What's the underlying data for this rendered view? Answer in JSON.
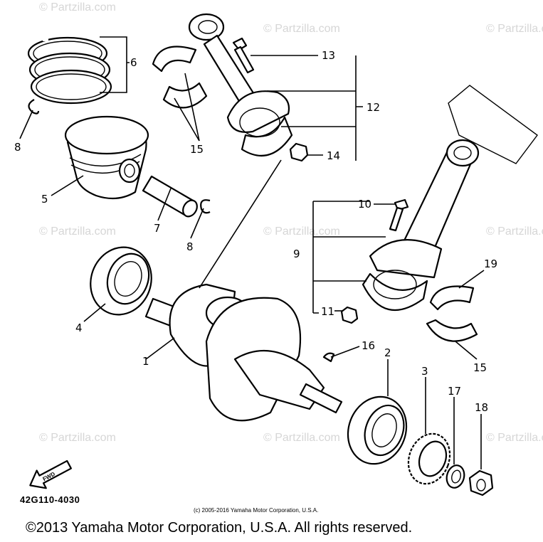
{
  "watermark": "© Partzilla.com",
  "callouts": {
    "c1": "1",
    "c2": "2",
    "c3": "3",
    "c4": "4",
    "c5": "5",
    "c6": "6",
    "c7": "7",
    "c8a": "8",
    "c8b": "8",
    "c9": "9",
    "c10": "10",
    "c11": "11",
    "c12": "12",
    "c13": "13",
    "c14": "14",
    "c15a": "15",
    "c15b": "15",
    "c16": "16",
    "c17": "17",
    "c18": "18",
    "c19": "19"
  },
  "fwd_label": "FWD",
  "part_code": "42G110-4030",
  "small_copyright": "(c) 2005-2016 Yamaha Motor Corporation, U.S.A.",
  "copyright": "©2013 Yamaha Motor Corporation, U.S.A. All rights reserved."
}
